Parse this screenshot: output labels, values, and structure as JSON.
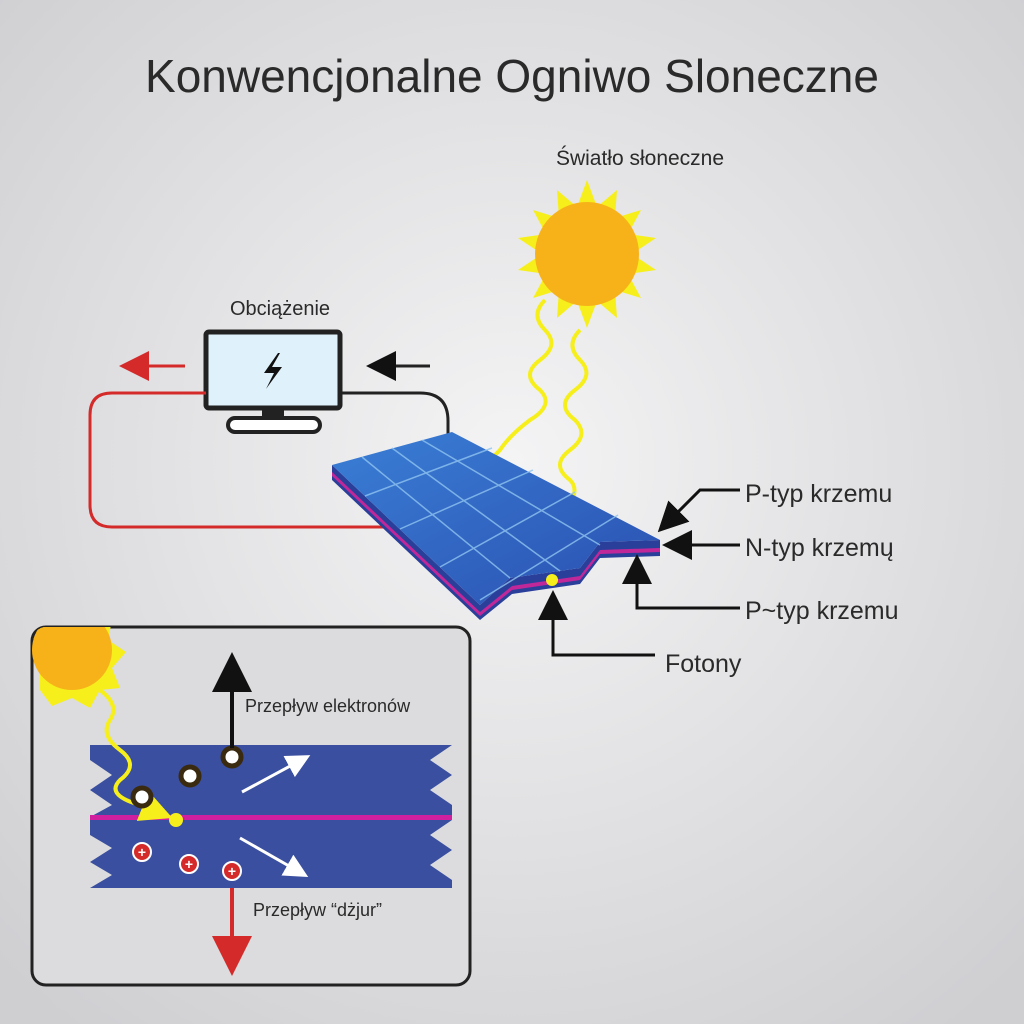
{
  "title": "Konwencjonalne Ogniwo Sloneczne",
  "labels": {
    "sunlight": "Światło słoneczne",
    "load": "Obciążenie",
    "p_type_top": "P-typ krzemu",
    "n_type": "N-typ krzemų",
    "p_type_bottom": "P~typ krzemu",
    "photons": "Fotony"
  },
  "inset": {
    "electron_flow": "Przepływ elektronów",
    "hole_flow": "Przepływ “dżjur”"
  },
  "colors": {
    "background": "#e6e6e8",
    "panel_blue": "#2f5fb8",
    "junction": "#d020a0",
    "sun": "#f7b21a",
    "sun_rays": "#f6ef1c",
    "circuit_red": "#d42a2a",
    "inset_blue": "#3a4fa0"
  }
}
